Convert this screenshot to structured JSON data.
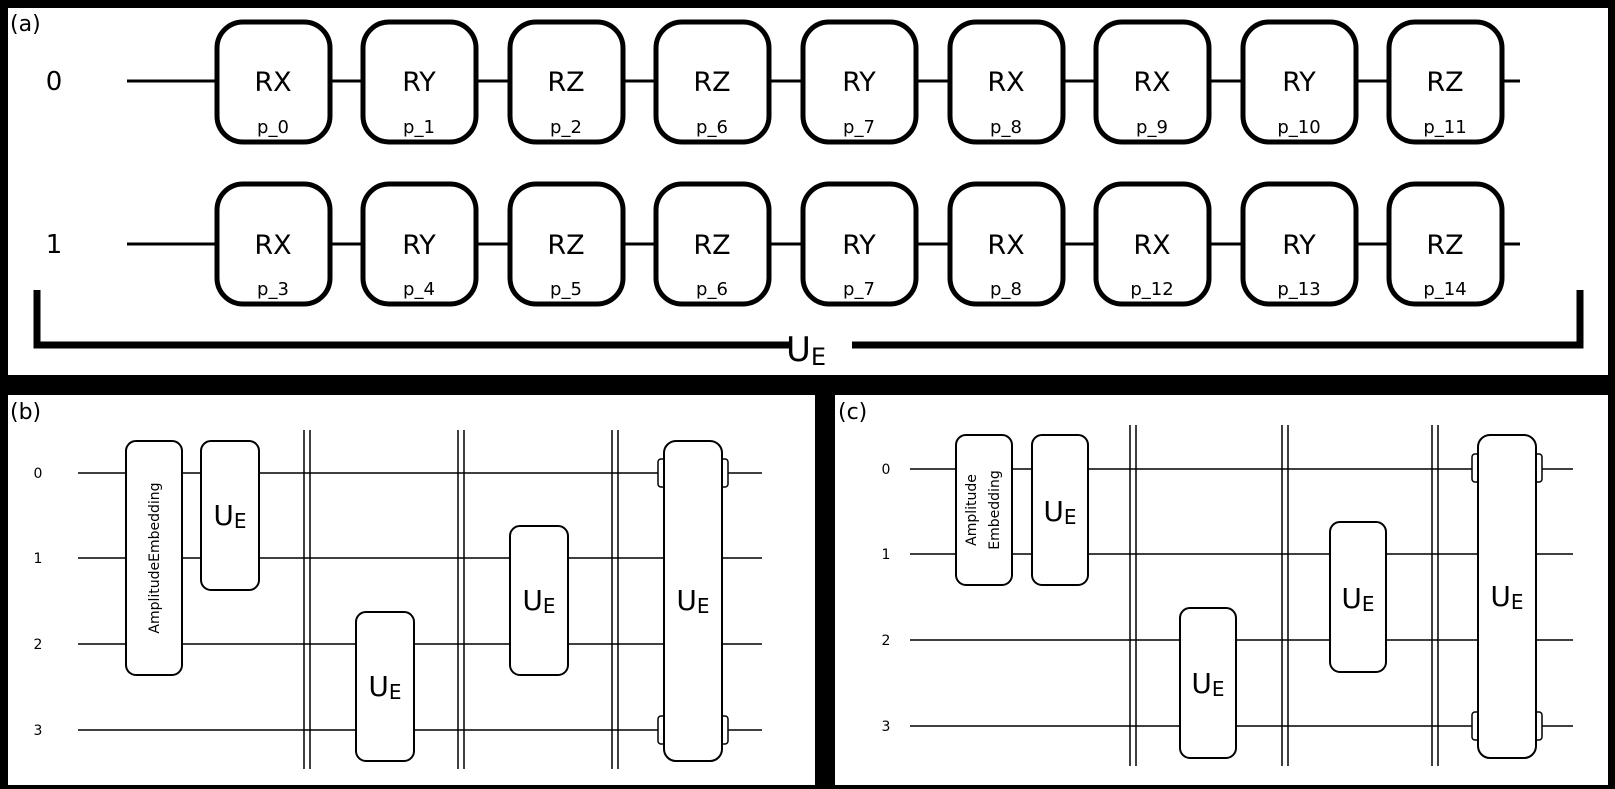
{
  "panel_a": {
    "label": "(a)",
    "wire_labels": [
      "0",
      "1"
    ],
    "rows": [
      {
        "gates": [
          {
            "op": "RX",
            "param": "p_0"
          },
          {
            "op": "RY",
            "param": "p_1"
          },
          {
            "op": "RZ",
            "param": "p_2"
          },
          {
            "op": "RZ",
            "param": "p_6"
          },
          {
            "op": "RY",
            "param": "p_7"
          },
          {
            "op": "RX",
            "param": "p_8"
          },
          {
            "op": "RX",
            "param": "p_9"
          },
          {
            "op": "RY",
            "param": "p_10"
          },
          {
            "op": "RZ",
            "param": "p_11"
          }
        ]
      },
      {
        "gates": [
          {
            "op": "RX",
            "param": "p_3"
          },
          {
            "op": "RY",
            "param": "p_4"
          },
          {
            "op": "RZ",
            "param": "p_5"
          },
          {
            "op": "RZ",
            "param": "p_6"
          },
          {
            "op": "RY",
            "param": "p_7"
          },
          {
            "op": "RX",
            "param": "p_8"
          },
          {
            "op": "RX",
            "param": "p_12"
          },
          {
            "op": "RY",
            "param": "p_13"
          },
          {
            "op": "RZ",
            "param": "p_14"
          }
        ]
      }
    ],
    "bracket_label": "U",
    "bracket_subscript": "E"
  },
  "panel_b": {
    "label": "(b)",
    "wire_labels": [
      "0",
      "1",
      "2",
      "3"
    ],
    "embedding_label": "AmplitudeEmbedding",
    "block_label": "U",
    "block_subscript": "E"
  },
  "panel_c": {
    "label": "(c)",
    "wire_labels": [
      "0",
      "1",
      "2",
      "3"
    ],
    "embedding_label_lines": [
      "Amplitude",
      "Embedding"
    ],
    "block_label": "U",
    "block_subscript": "E"
  }
}
